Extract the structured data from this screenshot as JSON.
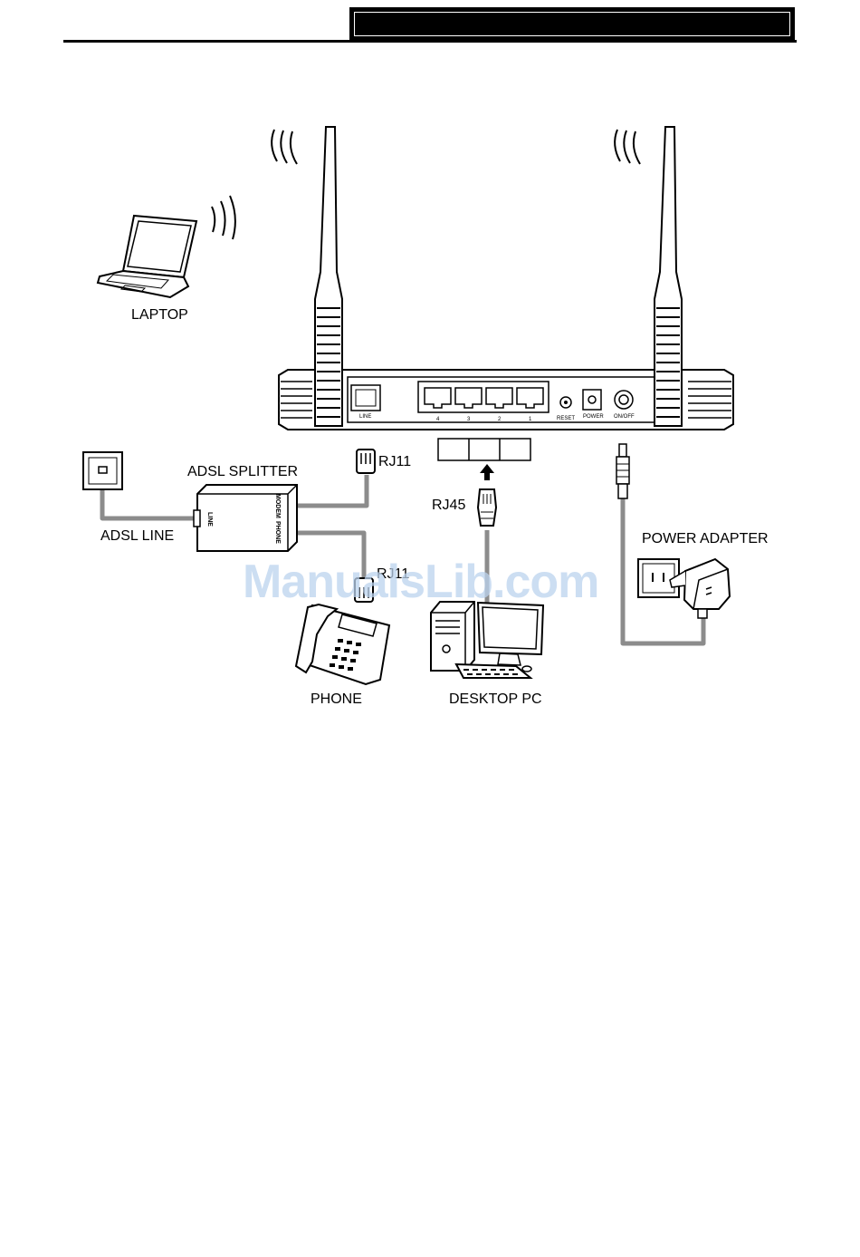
{
  "labels": {
    "laptop": "LAPTOP",
    "adsl_splitter": "ADSL SPLITTER",
    "adsl_line": "ADSL LINE",
    "rj11_top": "RJ11",
    "rj11_bottom": "RJ11",
    "rj45": "RJ45",
    "power_adapter": "POWER ADAPTER",
    "phone": "PHONE",
    "desktop_pc": "DESKTOP PC"
  },
  "router_panel": {
    "line_port": "LINE",
    "lan_ports": [
      "4",
      "3",
      "2",
      "1"
    ],
    "reset": "RESET",
    "power": "POWER",
    "on_off": "ON/OFF"
  },
  "splitter_ports": {
    "line": "LINE",
    "phone": "PHONE",
    "modem": "MODEM"
  },
  "watermark": "ManualsLib.com",
  "colors": {
    "cable": "#8c8c8c",
    "line_art": "#000000",
    "watermark": "#bcd3ee"
  }
}
